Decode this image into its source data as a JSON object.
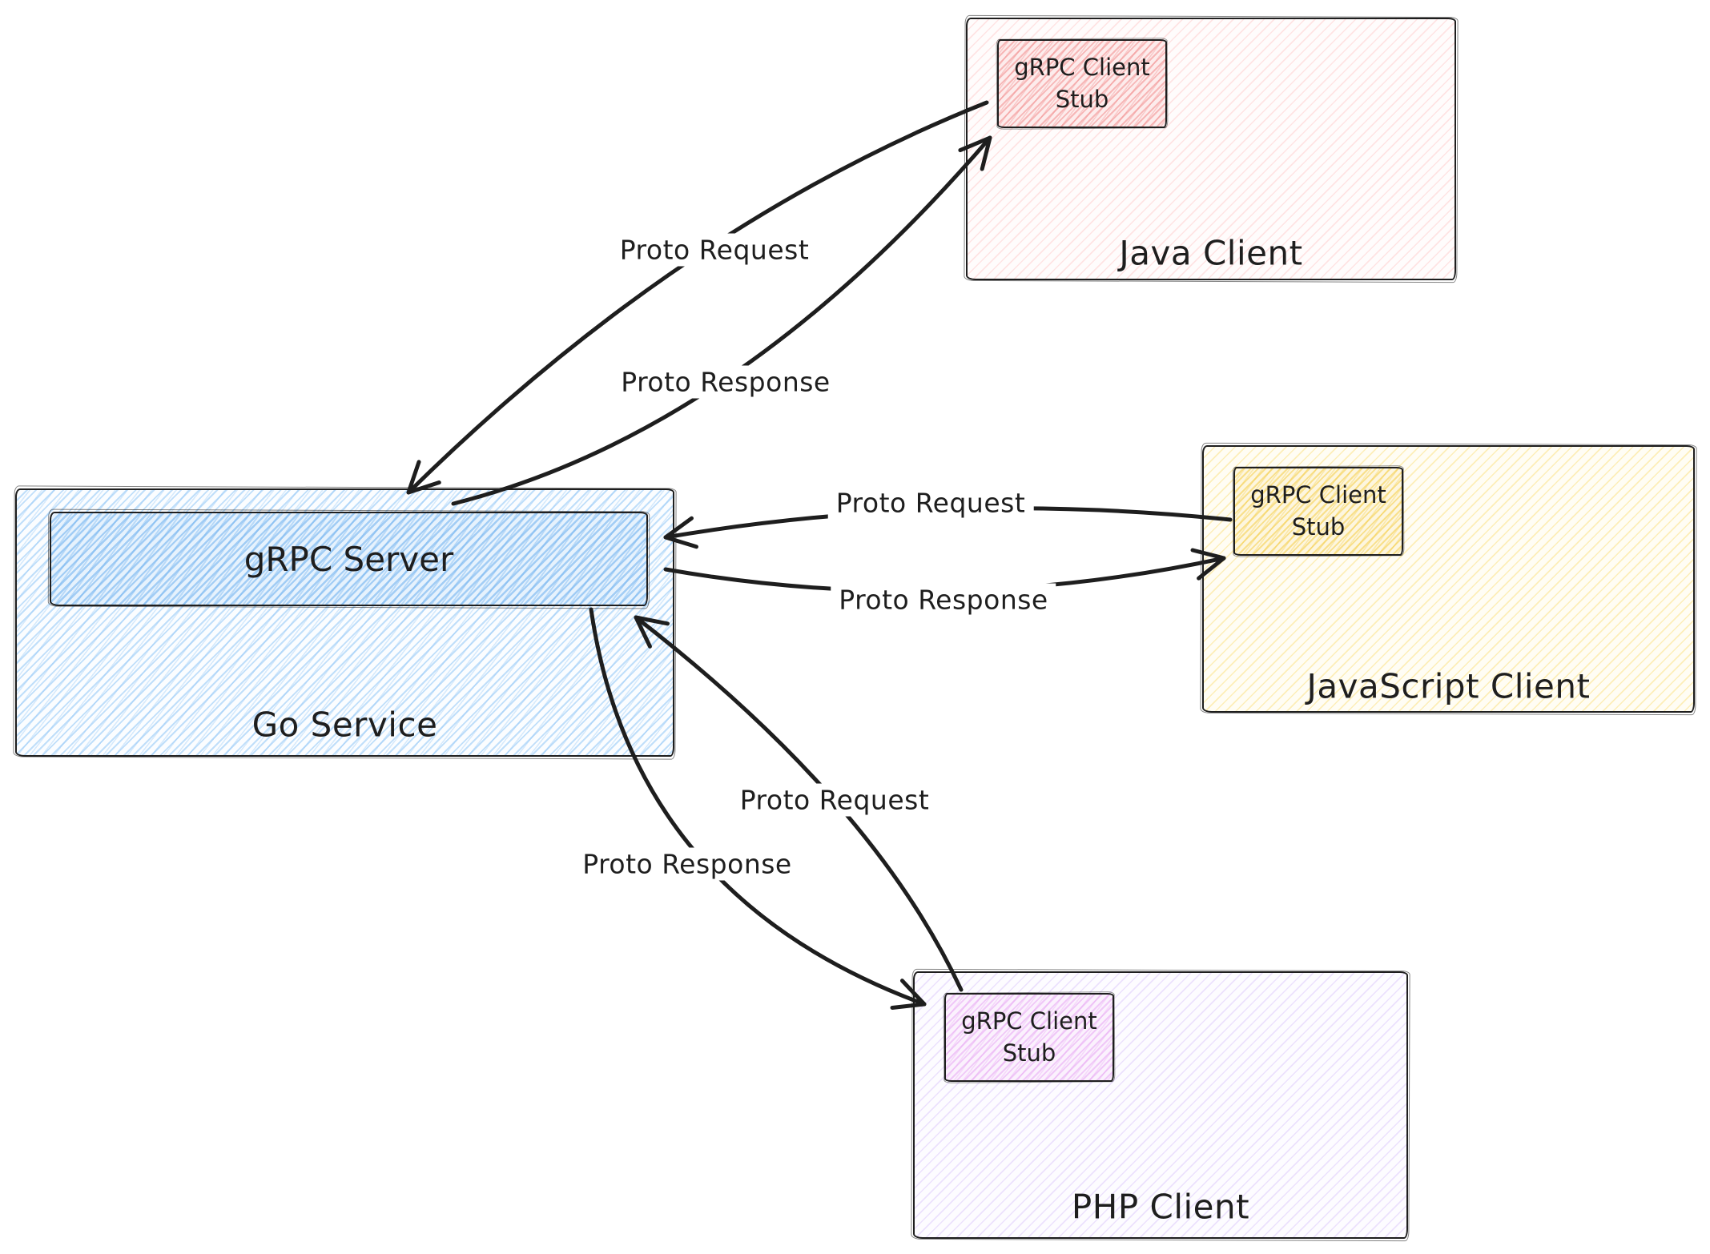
{
  "server_group": {
    "container_label": "Go Service",
    "server_label": "gRPC Server"
  },
  "clients": [
    {
      "id": "java",
      "label": "Java Client",
      "stub_label": "gRPC Client Stub"
    },
    {
      "id": "javascript",
      "label": "JavaScript Client",
      "stub_label": "gRPC Client Stub"
    },
    {
      "id": "php",
      "label": "PHP Client",
      "stub_label": "gRPC Client Stub"
    }
  ],
  "arrows": [
    {
      "id": "java-request",
      "label": "Proto Request",
      "from": "Java gRPC Client Stub",
      "to": "gRPC Server"
    },
    {
      "id": "java-response",
      "label": "Proto Response",
      "from": "gRPC Server",
      "to": "Java gRPC Client Stub"
    },
    {
      "id": "javascript-request",
      "label": "Proto Request",
      "from": "JavaScript gRPC Client Stub",
      "to": "gRPC Server"
    },
    {
      "id": "javascript-response",
      "label": "Proto Response",
      "from": "gRPC Server",
      "to": "JavaScript gRPC Client Stub"
    },
    {
      "id": "php-request",
      "label": "Proto Request",
      "from": "PHP gRPC Client Stub",
      "to": "gRPC Server"
    },
    {
      "id": "php-response",
      "label": "Proto Response",
      "from": "gRPC Server",
      "to": "PHP gRPC Client Stub"
    }
  ],
  "colors": {
    "stroke": "#1e1e1e",
    "go_fill": "#a5d8ff",
    "java_fill": "#ffc9c9",
    "javascript_fill": "#ffec99",
    "php_fill": "#eebefa",
    "background": "#ffffff"
  }
}
